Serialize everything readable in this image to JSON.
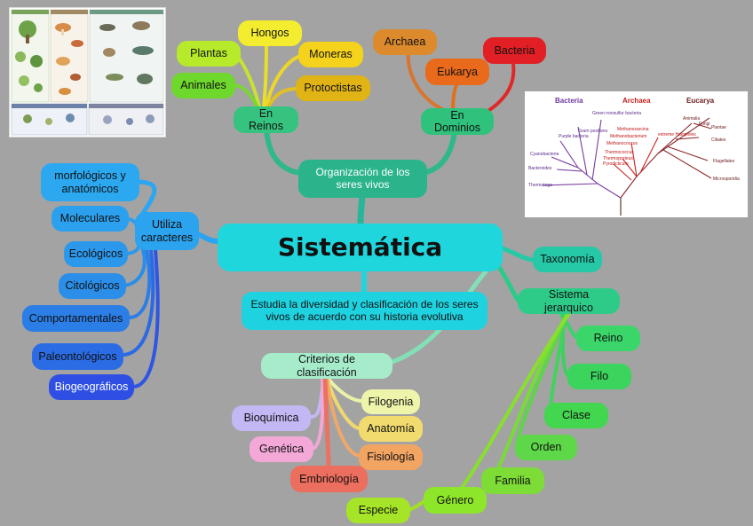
{
  "center": {
    "label": "Sistemática"
  },
  "organizacion": {
    "label": "Organización de los seres vivos",
    "reinos": {
      "label": "En Reinos",
      "items": [
        "Hongos",
        "Plantas",
        "Moneras",
        "Animales",
        "Protoctistas"
      ]
    },
    "dominios": {
      "label": "En Dominios",
      "items": [
        "Archaea",
        "Bacteria",
        "Eukarya"
      ]
    }
  },
  "caracteres": {
    "label": "Utiliza caracteres",
    "items": [
      "morfológicos y anatómicos",
      "Moleculares",
      "Ecológicos",
      "Citológicos",
      "Comportamentales",
      "Paleontológicos",
      "Biogeográficos"
    ]
  },
  "estudia": {
    "label": "Estudia la diversidad y clasificación de los seres vivos de acuerdo con su historia evolutiva"
  },
  "criterios": {
    "label": "Criterios de clasificación",
    "items": [
      "Filogenia",
      "Bioquímica",
      "Anatomía",
      "Genética",
      "Fisiología",
      "Embriología"
    ]
  },
  "taxonomia": {
    "label": "Taxonomía"
  },
  "sistema": {
    "label": "Sistema jerarquico",
    "items": [
      "Reino",
      "Filo",
      "Clase",
      "Orden",
      "Familia",
      "Género",
      "Especie"
    ]
  },
  "tree_image": {
    "headers": [
      "Bacteria",
      "Archaea",
      "Eucarya"
    ],
    "bacteria_labels": [
      "Green nonsulfur bacteria",
      "Gram positives",
      "Purple bacteria",
      "Cyanobacteria",
      "Bacteroides",
      "Thermotoga"
    ],
    "archaea_labels": [
      "Methanosarcina",
      "Methanobacterium",
      "Methanococcus",
      "Thermococcus",
      "Thermoproteus",
      "Pyrodicticum",
      "extreme Halophiles"
    ],
    "eucarya_labels": [
      "Animalia",
      "Fungi",
      "Plantae",
      "Ciliates",
      "Flagellates",
      "Microsporidia"
    ]
  },
  "colors": {
    "background": "#a3a3a3",
    "center": "#1fd6dc",
    "teal": "#2bc49e",
    "blue_light": "#2ba3ee",
    "blue_dark": "#2e49e3",
    "green": "#43d65c",
    "lime": "#8ee62a",
    "yellow": "#f4e21b",
    "orange": "#ea7420",
    "red": "#e2252a"
  }
}
